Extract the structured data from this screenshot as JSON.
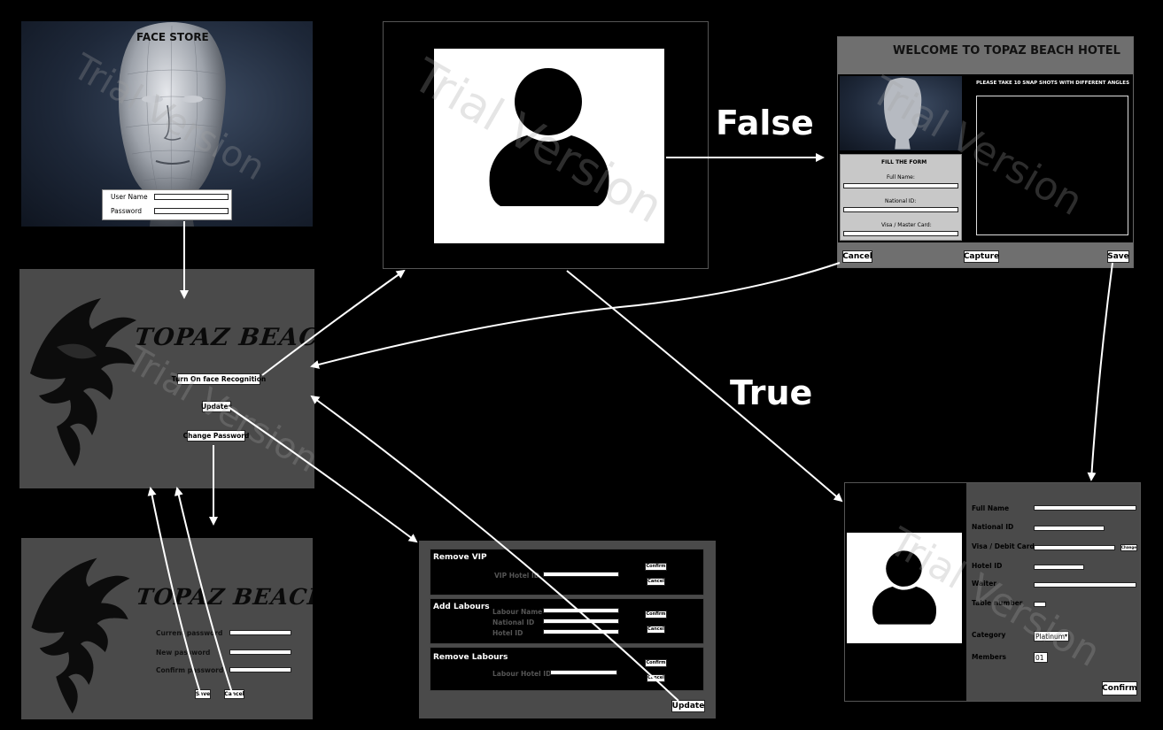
{
  "login_screen": {
    "title": "FACE STORE",
    "username_label": "User Name",
    "password_label": "Password"
  },
  "home_screen": {
    "brand": "TOPAZ BEACH HOTEL",
    "face_recognition_button": "Turn On face Recognition",
    "updates_button": "Updates",
    "change_password_button": "Change Password"
  },
  "camera_screen": {},
  "register_screen": {
    "title": "WELCOME TO TOPAZ BEACH HOTEL",
    "instruction": "PLEASE TAKE 10 SNAP SHOTS WITH DIFFERENT ANGLES",
    "form_title": "FILL THE FORM",
    "full_name_label": "Full Name:",
    "national_id_label": "National ID:",
    "card_label": "Visa / Master Card:",
    "cancel_button": "Cancel",
    "capture_button": "Capture",
    "save_button": "Save"
  },
  "change_password_screen": {
    "brand": "TOPAZ BEACH HOTEL",
    "current_password_label": "Current password",
    "new_password_label": "New password",
    "confirm_password_label": "Confirm password",
    "save_button": "Save",
    "cancel_button": "Cancel"
  },
  "updates_screen": {
    "remove_vip": {
      "title": "Remove VIP",
      "vip_hotel_id_label": "VIP Hotel ID",
      "confirm_button": "Confirm",
      "cancel_button": "Cancel"
    },
    "add_labours": {
      "title": "Add Labours",
      "labour_name_label": "Labour Name",
      "national_id_label": "National ID",
      "hotel_id_label": "Hotel ID",
      "confirm_button": "Confirm",
      "cancel_button": "Cancel"
    },
    "remove_labours": {
      "title": "Remove Labours",
      "labour_hotel_id_label": "Labour Hotel ID",
      "confirm_button": "Confirm",
      "cancel_button": "Cancel"
    },
    "update_button": "Update"
  },
  "guest_screen": {
    "full_name_label": "Full Name",
    "national_id_label": "National ID",
    "card_label": "Visa / Debit Card",
    "change_button": "Change",
    "hotel_id_label": "Hotel ID",
    "waiter_label": "Waiter",
    "table_number_label": "Table number",
    "category_label": "Category",
    "category_value": "Platinum",
    "members_label": "Members",
    "members_value": "01",
    "confirm_button": "Confirm"
  },
  "flow_labels": {
    "false_label": "False",
    "true_label": "True"
  },
  "watermark": "Trial Version",
  "colors": {
    "background": "#000000",
    "panel_gray": "#4a4a4a",
    "form_gray": "#6f6f6f",
    "arrow": "#ffffff"
  },
  "icons": [
    "face-mesh-image",
    "person-silhouette-icon",
    "dragon-logo"
  ]
}
